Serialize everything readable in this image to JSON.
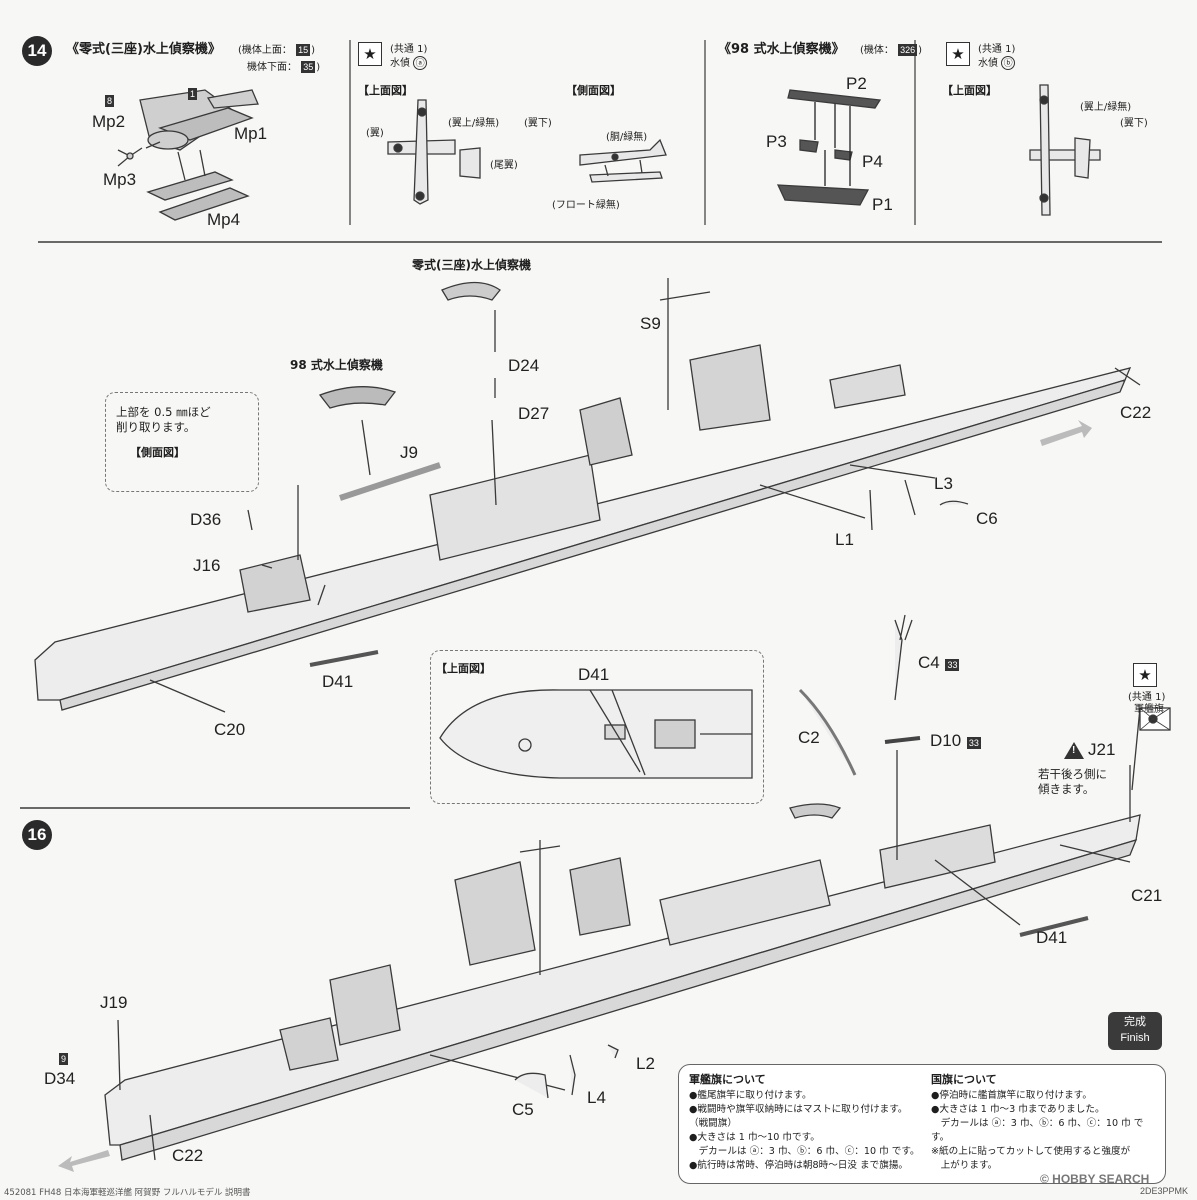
{
  "step14": {
    "number": "14",
    "zero_title": "《零式(三座)水上偵察機》",
    "zero_body_upper": "(機体上面：",
    "zero_body_upper_no": "15",
    "zero_body_lower": "機体下面：",
    "zero_body_lower_no": "35",
    "close_paren": ")",
    "zero_parts": {
      "mp1": "Mp1",
      "mp2": "Mp2",
      "mp3": "Mp3",
      "mp4": "Mp4",
      "box8": "8",
      "box1": "1"
    },
    "common1": "(共通 1)",
    "seaplane_a": "水偵",
    "mark_a": "ⓐ",
    "top_view": "【上面図】",
    "side_view": "【側面図】",
    "zero_labels": {
      "wing": "(翼)",
      "wing_upper_green": "(翼上/緑無)",
      "wing_lower": "(翼下)",
      "tail": "(尾翼)",
      "body_green": "(胴/緑無)",
      "float_green": "(フロート緑無)"
    },
    "type98_title": "《98 式水上偵察機》",
    "type98_body": "(機体：",
    "type98_body_no": "326",
    "type98_parts": {
      "p1": "P1",
      "p2": "P2",
      "p3": "P3",
      "p4": "P4"
    },
    "seaplane_b": "水偵",
    "mark_b": "ⓑ",
    "type98_labels": {
      "wing_upper_green": "(翼上/緑無)",
      "wing_lower": "(翼下)"
    }
  },
  "step15": {
    "zero_label": "零式(三座)水上偵察機",
    "type98_label": "98 式水上偵察機",
    "shave_note_1": "上部を 0.5 ㎜ほど",
    "shave_note_2": "削り取ります。",
    "side_view": "【側面図】",
    "top_view": "【上面図】",
    "parts": {
      "d24": "D24",
      "d27": "D27",
      "s9": "S9",
      "j9": "J9",
      "d36": "D36",
      "j16": "J16",
      "d41": "D41",
      "d41b": "D41",
      "c20": "C20",
      "c22": "C22",
      "l3": "L3",
      "c6": "C6",
      "l1": "L1"
    }
  },
  "step16": {
    "number": "16",
    "parts": {
      "c4": "C4",
      "c4_no": "33",
      "d10": "D10",
      "d10_no": "33",
      "c2": "C2",
      "j21": "J21",
      "c21": "C21",
      "d41": "D41",
      "j19": "J19",
      "d34": "D34",
      "d34_no": "9",
      "c22": "C22",
      "c5": "C5",
      "l4": "L4",
      "l2": "L2"
    },
    "common1": "(共通 1)",
    "ensign": "軍艦旗",
    "tilt_note_1": "若干後ろ側に",
    "tilt_note_2": "傾きます。",
    "finish_jp": "完成",
    "finish_en": "Finish"
  },
  "notes": {
    "ensign_title": "軍艦旗について",
    "ensign_lines": [
      "●艦尾旗竿に取り付けます。",
      "●戦闘時や旗竿収納時にはマストに取り付けます。",
      "（戦闘旗）",
      "●大きさは 1 巾〜10 巾です。",
      "　デカールは ⓐ：3 巾、ⓑ：6 巾、ⓒ：10 巾 です。",
      "●航行時は常時、停泊時は朝8時〜日没 まで旗揚。"
    ],
    "flag_title": "国旗について",
    "flag_lines": [
      "●停泊時に艦首旗竿に取り付けます。",
      "●大きさは 1 巾〜3 巾までありました。",
      "　デカールは ⓐ：3 巾、ⓑ：6 巾、ⓒ：10 巾 です。",
      "※紙の上に貼ってカットして使用すると強度が",
      "　上がります。"
    ]
  },
  "footer": {
    "left": "452081 FH48 日本海軍軽巡洋艦 阿賀野 フルハルモデル 説明書",
    "right_code": "2DE3PPMK",
    "watermark": "© HOBBY SEARCH"
  }
}
